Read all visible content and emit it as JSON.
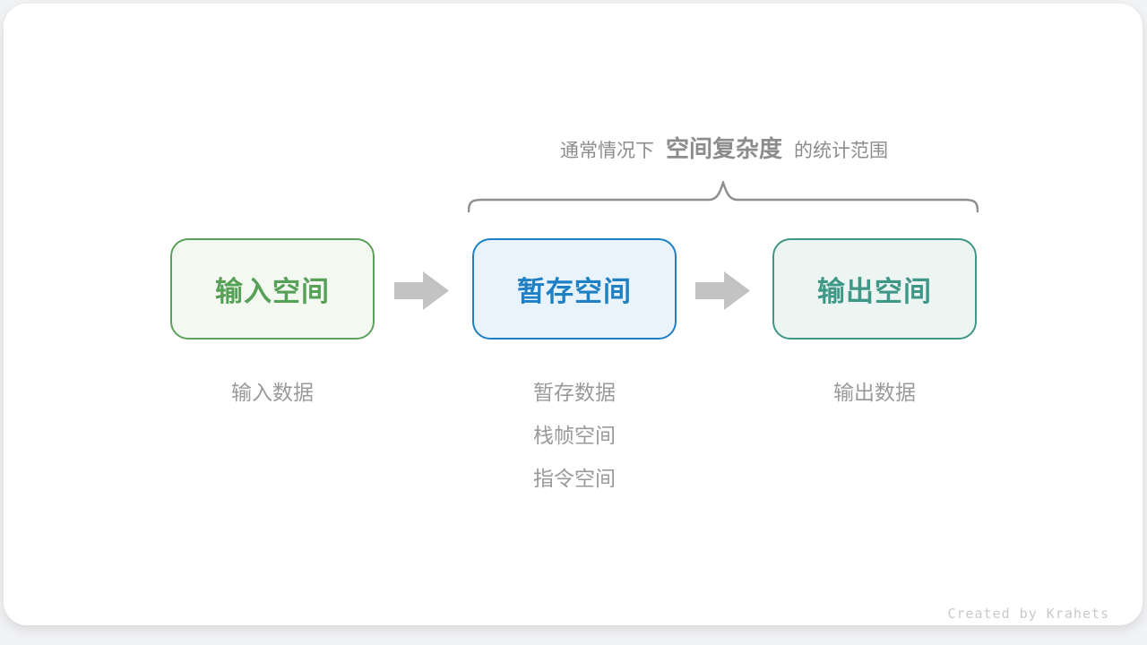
{
  "colors": {
    "page-bg": "#f1f2f4",
    "card-bg": "#ffffff",
    "annotation": "#8c8c8c",
    "brace": "#8f8f8f",
    "arrow": "#c3c3c3",
    "label": "#9a9a9a",
    "credit": "#c9c9c9"
  },
  "annotation": {
    "prefix": "通常情况下",
    "highlight": "空间复杂度",
    "suffix": "的统计范围"
  },
  "boxes": [
    {
      "label": "输入空间",
      "colors": {
        "border": "#5da05d",
        "bg": "#f3f9f0",
        "text": "#57a057"
      }
    },
    {
      "label": "暂存空间",
      "colors": {
        "border": "#1f80c4",
        "bg": "#e9f3fb",
        "text": "#1f80c4"
      }
    },
    {
      "label": "输出空间",
      "colors": {
        "border": "#3f9787",
        "bg": "#ecf5f1",
        "text": "#3f9787"
      }
    }
  ],
  "labels": {
    "input": [
      "输入数据"
    ],
    "temp": [
      "暂存数据",
      "栈帧空间",
      "指令空间"
    ],
    "output": [
      "输出数据"
    ]
  },
  "credit": "Created by Krahets"
}
